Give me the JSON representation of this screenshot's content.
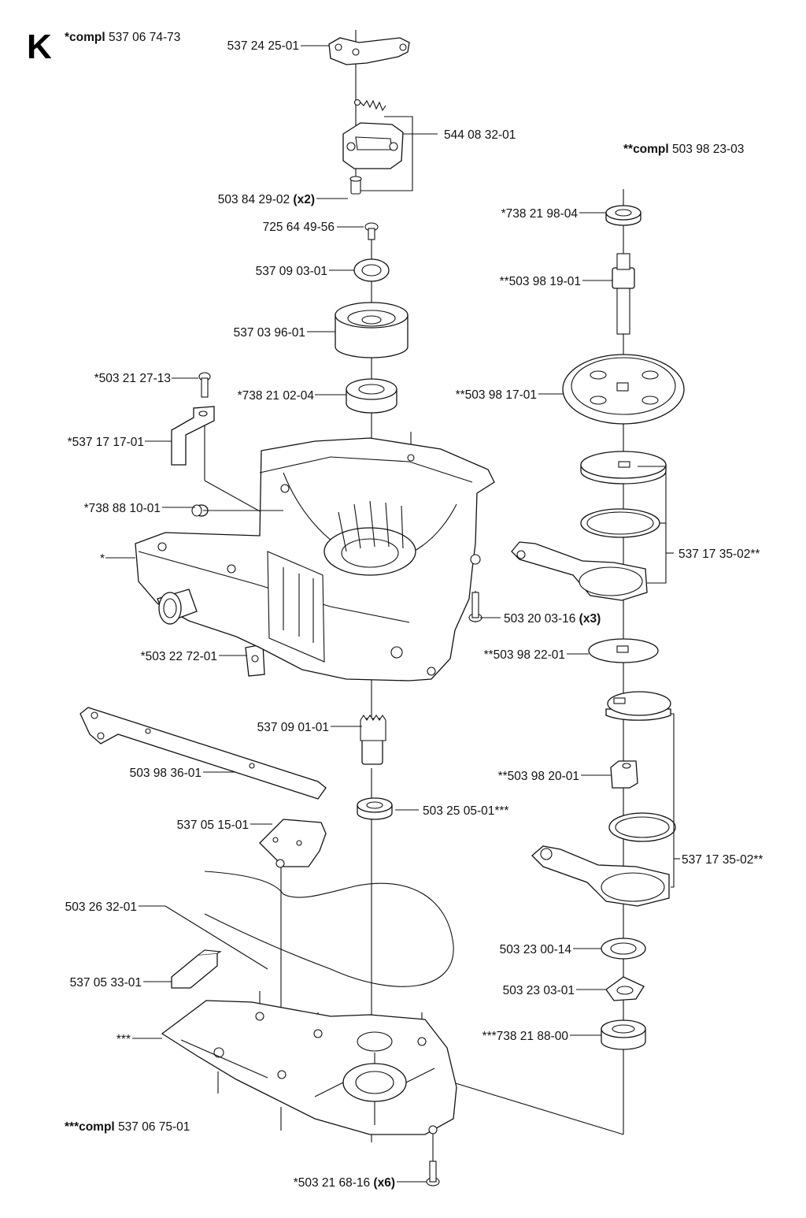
{
  "section_letter": "K",
  "compl_labels": [
    {
      "prefix": "*compl",
      "number": "537 06 74-73"
    },
    {
      "prefix": "**compl",
      "number": "503 98 23-03"
    },
    {
      "prefix": "***compl",
      "number": "537 06 75-01"
    }
  ],
  "left_column": [
    {
      "text": "537 24 25-01",
      "qty": ""
    },
    {
      "text": "503 84 29-02",
      "qty": "(x2)"
    },
    {
      "text": "725 64 49-56",
      "qty": ""
    },
    {
      "text": "537 09 03-01",
      "qty": ""
    },
    {
      "text": "537 03 96-01",
      "qty": ""
    },
    {
      "text": "*503 21 27-13",
      "qty": ""
    },
    {
      "text": "*738 21 02-04",
      "qty": ""
    },
    {
      "text": "*537 17 17-01",
      "qty": ""
    },
    {
      "text": "*738 88 10-01",
      "qty": ""
    },
    {
      "text": "*",
      "qty": ""
    },
    {
      "text": "*503 22 72-01",
      "qty": ""
    },
    {
      "text": "537 09 01-01",
      "qty": ""
    },
    {
      "text": "503 98 36-01",
      "qty": ""
    },
    {
      "text": "537 05 15-01",
      "qty": ""
    },
    {
      "text": "503 26 32-01",
      "qty": ""
    },
    {
      "text": "537 05 33-01",
      "qty": ""
    },
    {
      "text": "***",
      "qty": ""
    },
    {
      "text": "*503 21 68-16",
      "qty": "(x6)"
    }
  ],
  "right_column": [
    {
      "text": "544 08 32-01",
      "qty": ""
    },
    {
      "text": "*738 21 98-04",
      "qty": ""
    },
    {
      "text": "**503 98 19-01",
      "qty": ""
    },
    {
      "text": "**503 98 17-01",
      "qty": ""
    },
    {
      "text": "537 17 35-02**",
      "qty": ""
    },
    {
      "text": "503 20 03-16",
      "qty": "(x3)"
    },
    {
      "text": "**503 98 22-01",
      "qty": ""
    },
    {
      "text": "503 25 05-01***",
      "qty": ""
    },
    {
      "text": "**503 98 20-01",
      "qty": ""
    },
    {
      "text": "537 17 35-02**",
      "qty": ""
    },
    {
      "text": "503 23 00-14",
      "qty": ""
    },
    {
      "text": "503 23 03-01",
      "qty": ""
    },
    {
      "text": "***738 21 88-00",
      "qty": ""
    }
  ]
}
